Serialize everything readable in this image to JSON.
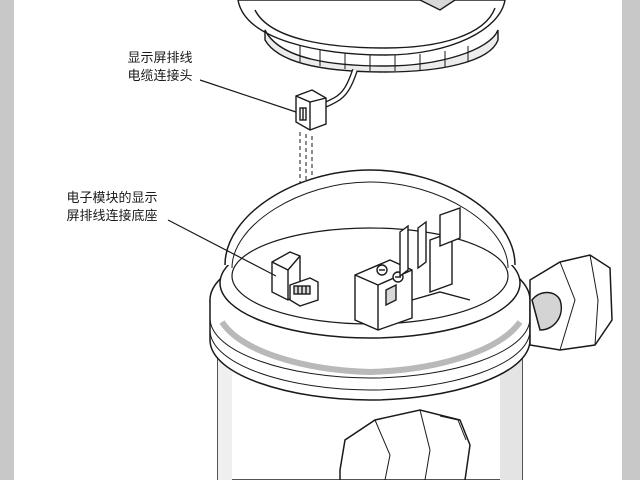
{
  "callouts": {
    "display_cable_connector": [
      "显示屏排线",
      "电缆连接头"
    ],
    "display_cable_socket": [
      "电子模块的显示",
      "屏排线连接底座"
    ]
  },
  "colors": {
    "background": "#ffffff",
    "side_panels": "#c8c8c8",
    "line": "#1a1a1a",
    "housing_fill": "#ffffff",
    "shading": "#b9b9b9"
  }
}
